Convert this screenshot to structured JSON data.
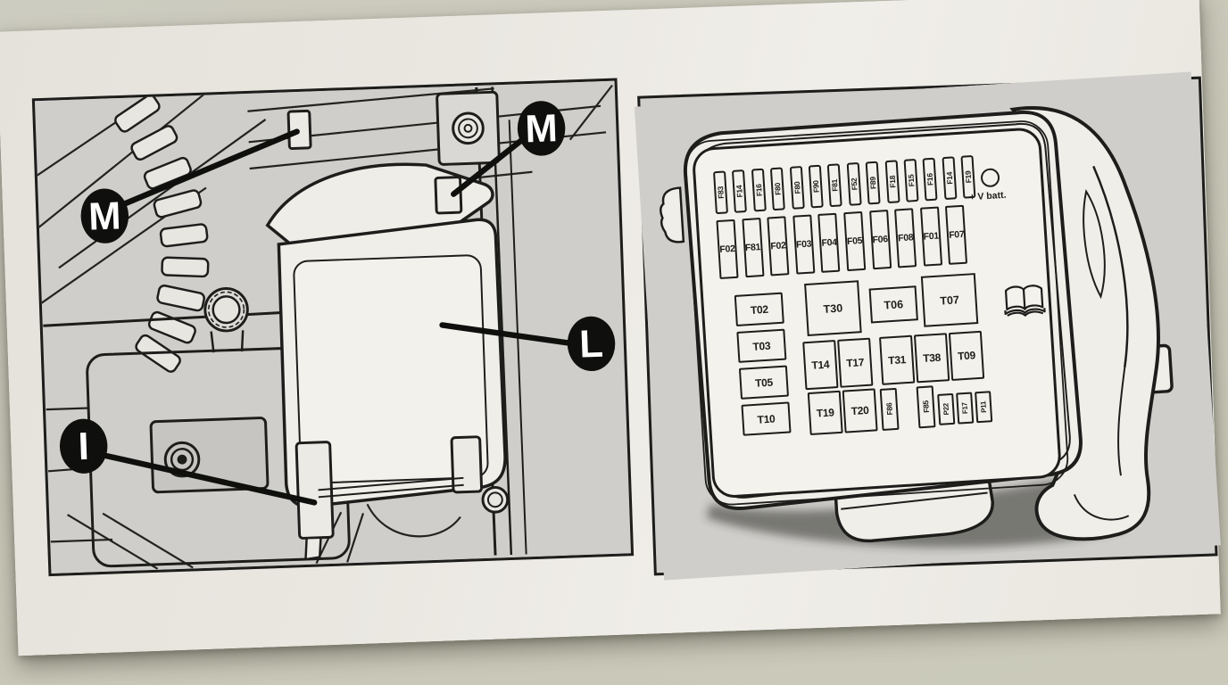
{
  "colors": {
    "desk": "#c9c8b9",
    "paper": "#eae7e1",
    "panel_background": "#cfcecb",
    "ink": "#1d1d1b",
    "fuse_fill": "#f3f1eb",
    "badge_background": "#0f0f0d",
    "badge_text": "#ffffff"
  },
  "left_panel": {
    "callouts": [
      {
        "label": "M"
      },
      {
        "label": "M"
      },
      {
        "label": "L"
      },
      {
        "label": "I"
      }
    ]
  },
  "right_panel": {
    "mini_fuses": [
      "F83",
      "F14",
      "F16",
      "F80",
      "F80",
      "F90",
      "F81",
      "F52",
      "F89",
      "F18",
      "F15",
      "F16",
      "F14",
      "F19"
    ],
    "battery_terminal_label": "+ V batt.",
    "maxi_fuses": [
      "F02",
      "F81",
      "F02",
      "F03",
      "F04",
      "F05",
      "F06",
      "F08",
      "F01",
      "F07"
    ],
    "relay_column": [
      "T02",
      "T03",
      "T05",
      "T10"
    ],
    "relay_t30": "T30",
    "relay_t06": "T06",
    "relay_t07": "T07",
    "relay_mid_row": [
      "T14",
      "T17",
      "T31",
      "T38",
      "T09"
    ],
    "relay_bottom_row": [
      "T19",
      "T20"
    ],
    "vertical_fuses": [
      "F86",
      "F85"
    ],
    "small_vertical_fuses": [
      "P22",
      "F17",
      "P11"
    ],
    "icons": {
      "book": "open-book-icon",
      "battery_stud": "battery-positive-stud-icon"
    }
  }
}
